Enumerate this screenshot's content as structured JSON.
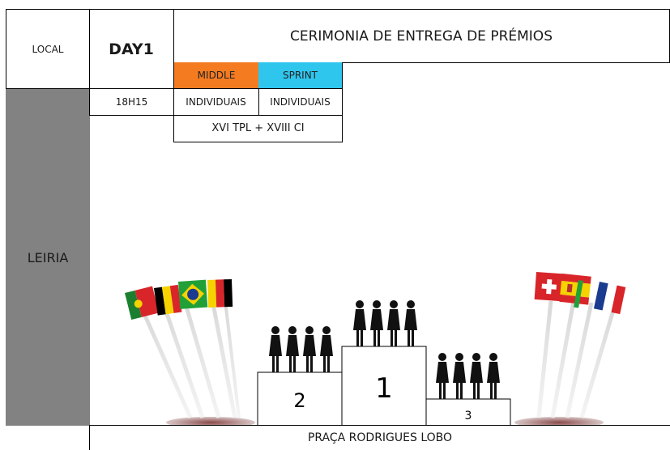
{
  "header": {
    "local_label": "LOCAL",
    "day_label": "DAY1",
    "ceremony_title": "CERIMONIA DE ENTREGA DE PRÉMIOS"
  },
  "categories": [
    {
      "name": "MIDDLE",
      "color": "#f47b20",
      "type": "INDIVIDUAIS"
    },
    {
      "name": "SPRINT",
      "color": "#2fc6ee",
      "type": "INDIVIDUAIS"
    }
  ],
  "schedule": {
    "time": "18H15",
    "event": "XVI TPL + XVIII CI"
  },
  "venue": {
    "city": "LEIRIA",
    "place": "PRAÇA RODRIGUES LOBO",
    "side_color": "#828282"
  },
  "podium": {
    "first": "1",
    "second": "2",
    "third": "3"
  },
  "flags": {
    "left": [
      "portugal-flag",
      "belgium-flag",
      "brazil-flag",
      "belgium-flag"
    ],
    "right": [
      "switzerland-flag",
      "spain-flag",
      "italy-flag",
      "france-flag"
    ]
  }
}
